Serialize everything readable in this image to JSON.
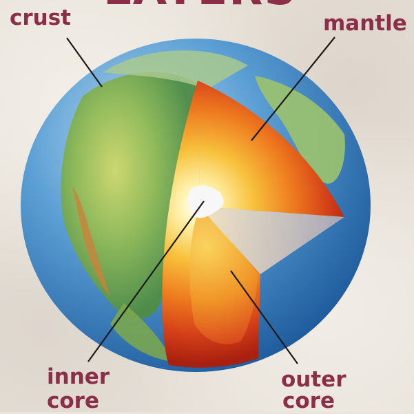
{
  "title_partial": "LAYERS",
  "labels": {
    "crust": "crust",
    "mantle": "mantle",
    "inner_core_line1": "inner",
    "inner_core_line2": "core",
    "outer_core_line1": "outer",
    "outer_core_line2": "core"
  },
  "colors": {
    "label_text": "#8b2f49",
    "leader_line": "#1e1a1a",
    "ocean": "#3d84c4",
    "land": "#7fae52",
    "mantle": "#c8351c",
    "outer_core": "#f4b23a",
    "inner_core": "#f6f6f6",
    "background": "#e7e1d8"
  }
}
